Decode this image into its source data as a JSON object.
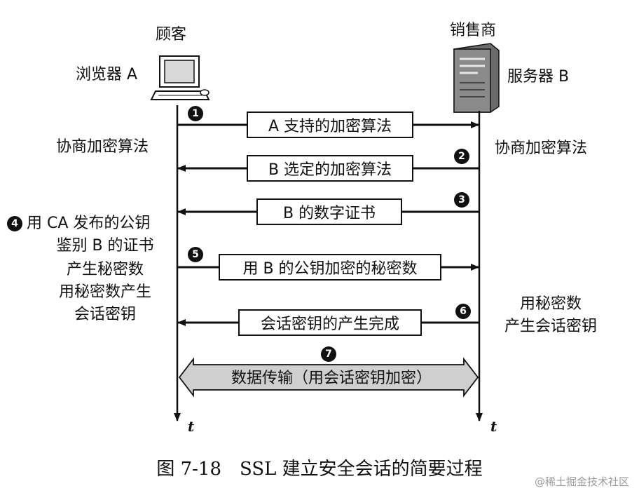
{
  "customer": {
    "title": "顾客",
    "device": "浏览器 A"
  },
  "merchant": {
    "title": "销售商",
    "device": "服务器 B"
  },
  "steps": [
    {
      "num": "1",
      "message": "A 支持的加密算法",
      "left_note": "协商加密算法",
      "right_note": ""
    },
    {
      "num": "2",
      "message": "B 选定的加密算法",
      "left_note": "",
      "right_note": "协商加密算法"
    },
    {
      "num": "3",
      "message": "B 的数字证书",
      "left_note": "",
      "right_note": ""
    },
    {
      "num": "4",
      "message": "",
      "left_note_lines": [
        "用 CA 发布的公钥",
        "鉴别 B 的证书"
      ]
    },
    {
      "num": "5",
      "message": "用 B 的公钥加密的秘密数",
      "left_note_lines": [
        "产生秘密数",
        "用秘密数产生",
        "会话密钥"
      ]
    },
    {
      "num": "6",
      "message": "会话密钥的产生完成",
      "right_note_lines": [
        "用秘密数",
        "产生会话密钥"
      ]
    },
    {
      "num": "7",
      "message": "数据传输（用会话密钥加密）"
    }
  ],
  "time_label": "t",
  "caption": "图 7-18　SSL 建立安全会话的简要过程",
  "watermark": "@稀土掘金技术社区",
  "colors": {
    "line": "#111111",
    "band": "#cfcfcf",
    "monitor": "#d9d9d9",
    "server": "#6b6b6b"
  }
}
